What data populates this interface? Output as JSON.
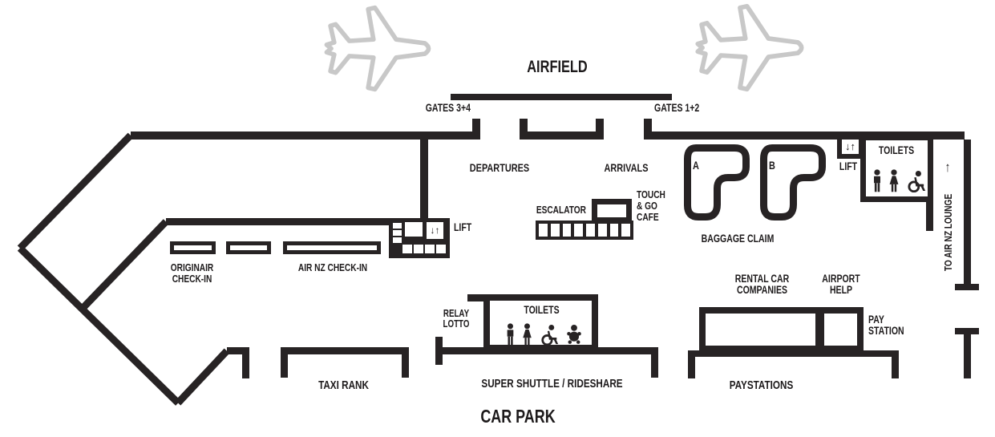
{
  "title": "AIRFIELD",
  "gates": {
    "gates34": "GATES 3+4",
    "gates12": "GATES 1+2"
  },
  "zones": {
    "departures": "DEPARTURES",
    "arrivals": "ARRIVALS",
    "baggage_claim": "BAGGAGE CLAIM",
    "car_park": "CAR PARK"
  },
  "belts": {
    "a": "A",
    "b": "B"
  },
  "facilities": {
    "lift_departures": "LIFT",
    "lift_arrivals": "LIFT",
    "lift_arrows": "↓↑",
    "escalator": "ESCALATOR",
    "cafe": {
      "lines": [
        "TOUCH",
        "& GO",
        "CAFE"
      ]
    },
    "toilets_arrivals": "TOILETS",
    "toilets_carpark": "TOILETS",
    "lounge": {
      "arrow": "↑",
      "label": "TO AIR NZ LOUNGE"
    },
    "relay_lotto": {
      "lines": [
        "RELAY",
        "LOTTO"
      ]
    }
  },
  "checkin": {
    "originair": {
      "lines": [
        "ORIGINAIR",
        "CHECK-IN"
      ]
    },
    "airnz": "AIR NZ CHECK-IN"
  },
  "transport": {
    "taxi": "TAXI RANK",
    "shuttle": "SUPER SHUTTLE / RIDESHARE",
    "paystations": "PAYSTATIONS"
  },
  "services": {
    "rental": {
      "lines": [
        "RENTAL CAR",
        "COMPANIES"
      ]
    },
    "airport_help": {
      "lines": [
        "AIRPORT",
        "HELP"
      ]
    },
    "pay_station": {
      "lines": [
        "PAY",
        "STATION"
      ]
    }
  },
  "colors": {
    "wall": "#272324",
    "plane_outline": "#c8c8c8",
    "background": "#ffffff"
  },
  "icons": {
    "airplane": "airplane-icon",
    "man": "man-icon",
    "woman": "woman-icon",
    "wheelchair": "wheelchair-icon",
    "baby_change": "baby-change-icon"
  }
}
